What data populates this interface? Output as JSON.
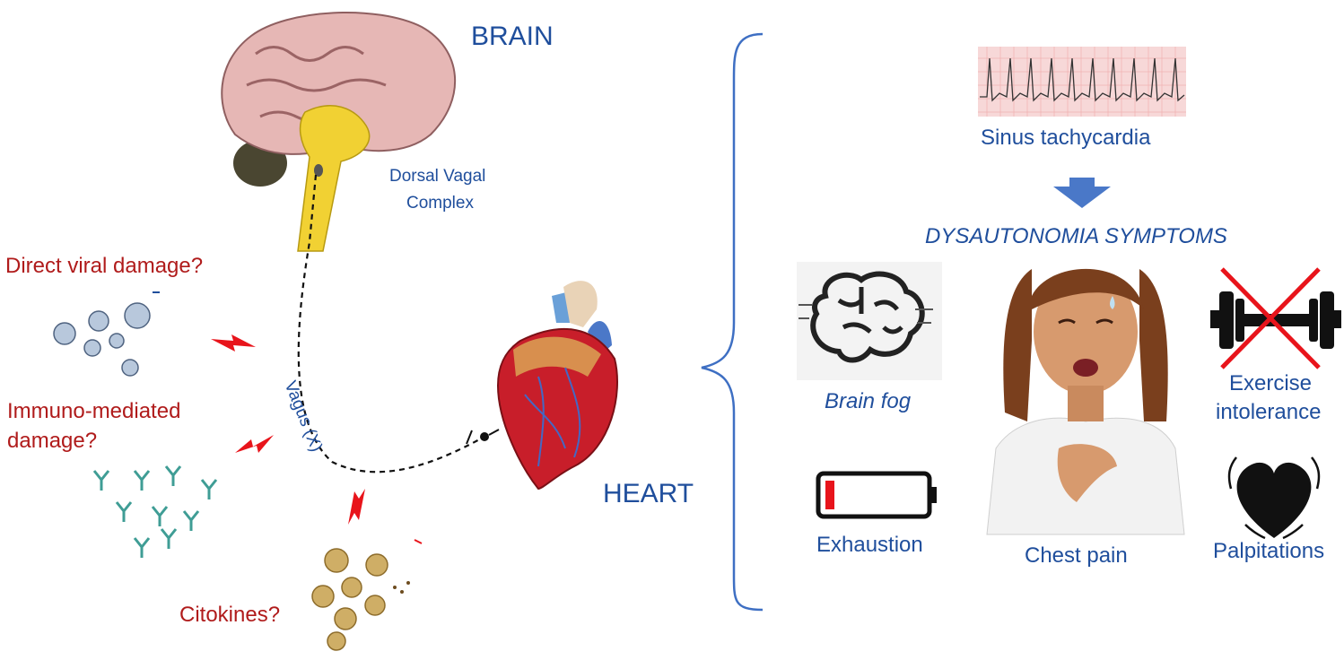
{
  "brain_panel": {
    "brain_title": "BRAIN",
    "dvc_line1": "Dorsal Vagal",
    "dvc_line2": "Complex",
    "vagus_label": "Vagus (X)",
    "heart_title": "HEART"
  },
  "causes": {
    "viral": "Direct viral damage?",
    "immuno_line1": "Immuno-mediated",
    "immuno_line2": "damage?",
    "cytokines": "Citokines?"
  },
  "symptoms": {
    "ecg_label": "Sinus tachycardia",
    "heading": "DYSAUTONOMIA SYMPTOMS",
    "brain_fog": "Brain fog",
    "exercise_line1": "Exercise",
    "exercise_line2": "intolerance",
    "exhaustion": "Exhaustion",
    "chest_pain": "Chest pain",
    "palpitations": "Palpitations"
  },
  "colors": {
    "label_blue": "#1f4e9c",
    "question_red": "#b01b1b",
    "lightning_red": "#e8141b",
    "arrow_blue": "#4a78c8"
  }
}
